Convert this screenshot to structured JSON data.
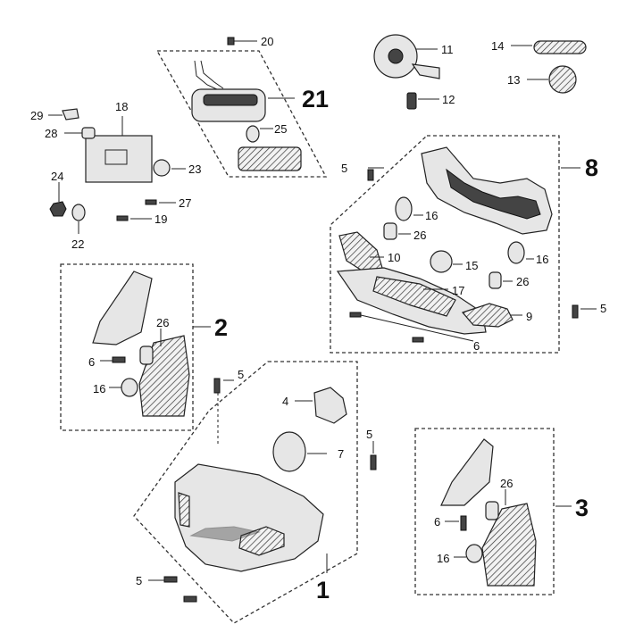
{
  "labels": {
    "p1": "1",
    "p2": "2",
    "p3": "3",
    "p8": "8",
    "p21": "21",
    "n4": "4",
    "n5a": "5",
    "n5b": "5",
    "n5c": "5",
    "n5d": "5",
    "n5e": "5",
    "n6a": "6",
    "n6b": "6",
    "n6c": "6",
    "n7": "7",
    "n9": "9",
    "n10": "10",
    "n11": "11",
    "n12": "12",
    "n13": "13",
    "n14": "14",
    "n15": "15",
    "n16a": "16",
    "n16b": "16",
    "n16c": "16",
    "n16d": "16",
    "n17": "17",
    "n18": "18",
    "n19": "19",
    "n20": "20",
    "n22": "22",
    "n23": "23",
    "n24": "24",
    "n25": "25",
    "n26a": "26",
    "n26b": "26",
    "n26c": "26",
    "n26d": "26",
    "n27": "27",
    "n28": "28",
    "n29": "29"
  }
}
